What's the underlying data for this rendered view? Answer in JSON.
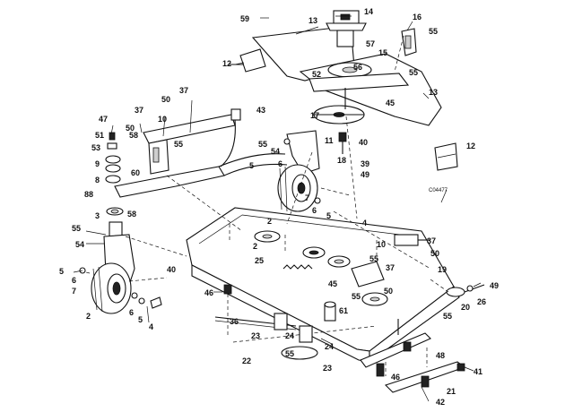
{
  "diagram": {
    "code": "C04477",
    "labels": [
      {
        "id": "l59",
        "text": "59"
      },
      {
        "id": "l13a",
        "text": "13"
      },
      {
        "id": "l14",
        "text": "14"
      },
      {
        "id": "l16",
        "text": "16"
      },
      {
        "id": "l55a",
        "text": "55"
      },
      {
        "id": "l57",
        "text": "57"
      },
      {
        "id": "l15",
        "text": "15"
      },
      {
        "id": "l55b",
        "text": "55"
      },
      {
        "id": "l12a",
        "text": "12"
      },
      {
        "id": "l56",
        "text": "56"
      },
      {
        "id": "l52",
        "text": "52"
      },
      {
        "id": "l13b",
        "text": "13"
      },
      {
        "id": "l45a",
        "text": "45"
      },
      {
        "id": "l37a",
        "text": "37"
      },
      {
        "id": "l50a",
        "text": "50"
      },
      {
        "id": "l43",
        "text": "43"
      },
      {
        "id": "l37b",
        "text": "37"
      },
      {
        "id": "l10a",
        "text": "10"
      },
      {
        "id": "l17",
        "text": "17"
      },
      {
        "id": "l47",
        "text": "47"
      },
      {
        "id": "l50b",
        "text": "50"
      },
      {
        "id": "l51",
        "text": "51"
      },
      {
        "id": "l58a",
        "text": "58"
      },
      {
        "id": "l55c",
        "text": "55"
      },
      {
        "id": "l55d",
        "text": "55"
      },
      {
        "id": "l11",
        "text": "11"
      },
      {
        "id": "l53",
        "text": "53"
      },
      {
        "id": "l54a",
        "text": "54"
      },
      {
        "id": "l40a",
        "text": "40"
      },
      {
        "id": "l12b",
        "text": "12"
      },
      {
        "id": "l9",
        "text": "9"
      },
      {
        "id": "l60",
        "text": "60"
      },
      {
        "id": "l18",
        "text": "18"
      },
      {
        "id": "l39",
        "text": "39"
      },
      {
        "id": "l5a",
        "text": "5"
      },
      {
        "id": "l6a",
        "text": "6"
      },
      {
        "id": "l49a",
        "text": "49"
      },
      {
        "id": "l8",
        "text": "8"
      },
      {
        "id": "l88",
        "text": "88"
      },
      {
        "id": "l7",
        "text": "7"
      },
      {
        "id": "l6b",
        "text": "6"
      },
      {
        "id": "l5b",
        "text": "5"
      },
      {
        "id": "l3",
        "text": "3"
      },
      {
        "id": "l58b",
        "text": "58"
      },
      {
        "id": "l2a",
        "text": "2"
      },
      {
        "id": "l4a",
        "text": "4"
      },
      {
        "id": "l55e",
        "text": "55"
      },
      {
        "id": "l54b",
        "text": "54"
      },
      {
        "id": "l10b",
        "text": "10"
      },
      {
        "id": "l37c",
        "text": "37"
      },
      {
        "id": "l55f",
        "text": "55"
      },
      {
        "id": "l50c",
        "text": "50"
      },
      {
        "id": "l2b",
        "text": "2"
      },
      {
        "id": "l25",
        "text": "25"
      },
      {
        "id": "l19",
        "text": "19"
      },
      {
        "id": "l5c",
        "text": "5"
      },
      {
        "id": "l40b",
        "text": "40"
      },
      {
        "id": "l6c",
        "text": "6"
      },
      {
        "id": "l7b",
        "text": "7"
      },
      {
        "id": "l37d",
        "text": "37"
      },
      {
        "id": "l45b",
        "text": "45"
      },
      {
        "id": "l50d",
        "text": "50"
      },
      {
        "id": "l49b",
        "text": "49"
      },
      {
        "id": "l55g",
        "text": "55"
      },
      {
        "id": "l20",
        "text": "20"
      },
      {
        "id": "l26",
        "text": "26"
      },
      {
        "id": "l46a",
        "text": "46"
      },
      {
        "id": "l6d",
        "text": "6"
      },
      {
        "id": "l5d",
        "text": "5"
      },
      {
        "id": "l4b",
        "text": "4"
      },
      {
        "id": "l2c",
        "text": "2"
      },
      {
        "id": "l61",
        "text": "61"
      },
      {
        "id": "l55h",
        "text": "55"
      },
      {
        "id": "l36",
        "text": "36"
      },
      {
        "id": "l24a",
        "text": "24"
      },
      {
        "id": "l23a",
        "text": "23"
      },
      {
        "id": "l55i",
        "text": "55"
      },
      {
        "id": "l24b",
        "text": "24"
      },
      {
        "id": "l22",
        "text": "22"
      },
      {
        "id": "l23b",
        "text": "23"
      },
      {
        "id": "l48",
        "text": "48"
      },
      {
        "id": "l41",
        "text": "41"
      },
      {
        "id": "l46b",
        "text": "46"
      },
      {
        "id": "l21",
        "text": "21"
      },
      {
        "id": "l42",
        "text": "42"
      }
    ]
  }
}
